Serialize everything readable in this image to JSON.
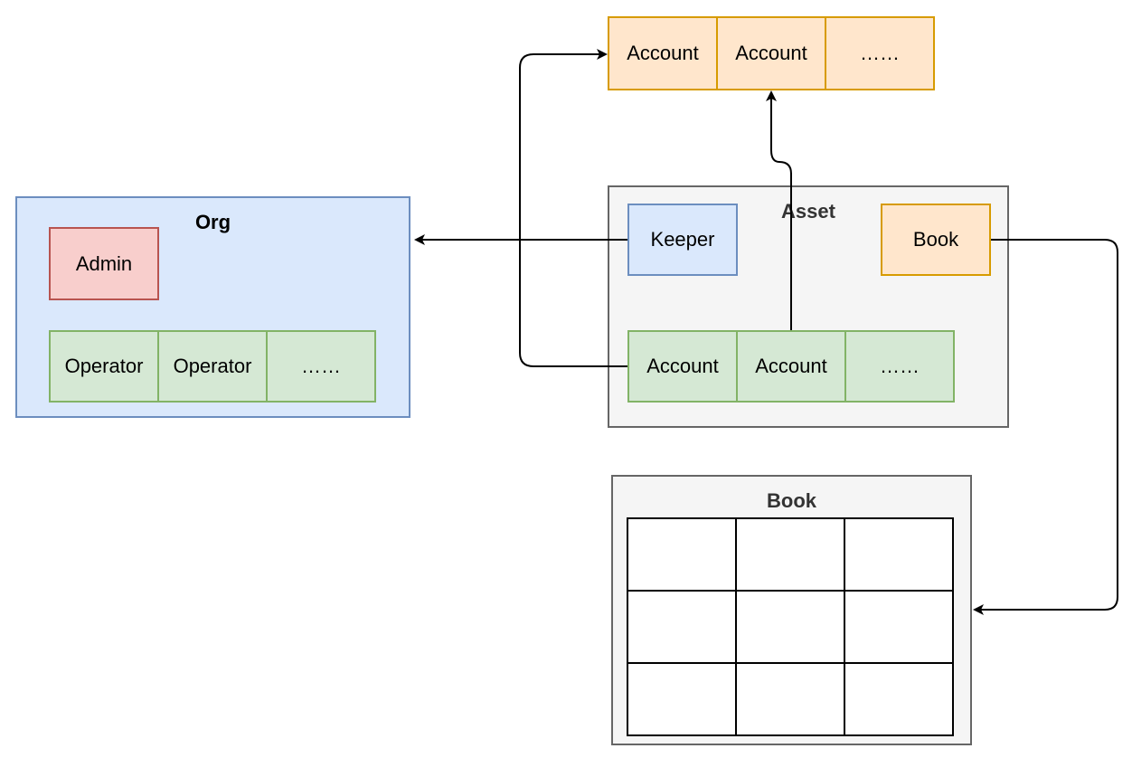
{
  "colors": {
    "org_fill": "#dae8fc",
    "org_stroke": "#6c8ebf",
    "admin_fill": "#f8cecc",
    "admin_stroke": "#b85450",
    "green_fill": "#d5e8d4",
    "green_stroke": "#82b366",
    "orange_fill": "#ffe6cc",
    "orange_stroke": "#d79b00",
    "gray_fill": "#f5f5f5",
    "gray_stroke": "#666666",
    "edge": "#000000"
  },
  "org": {
    "title": "Org",
    "admin": "Admin",
    "operators": [
      "Operator",
      "Operator",
      "……"
    ]
  },
  "top_accounts": [
    "Account",
    "Account",
    "……"
  ],
  "asset": {
    "title": "Asset",
    "keeper": "Keeper",
    "book": "Book",
    "accounts": [
      "Account",
      "Account",
      "……"
    ]
  },
  "book_group": {
    "title": "Book",
    "table_rows": [
      [
        "",
        "",
        ""
      ],
      [
        "",
        "",
        ""
      ],
      [
        "",
        "",
        ""
      ]
    ]
  }
}
